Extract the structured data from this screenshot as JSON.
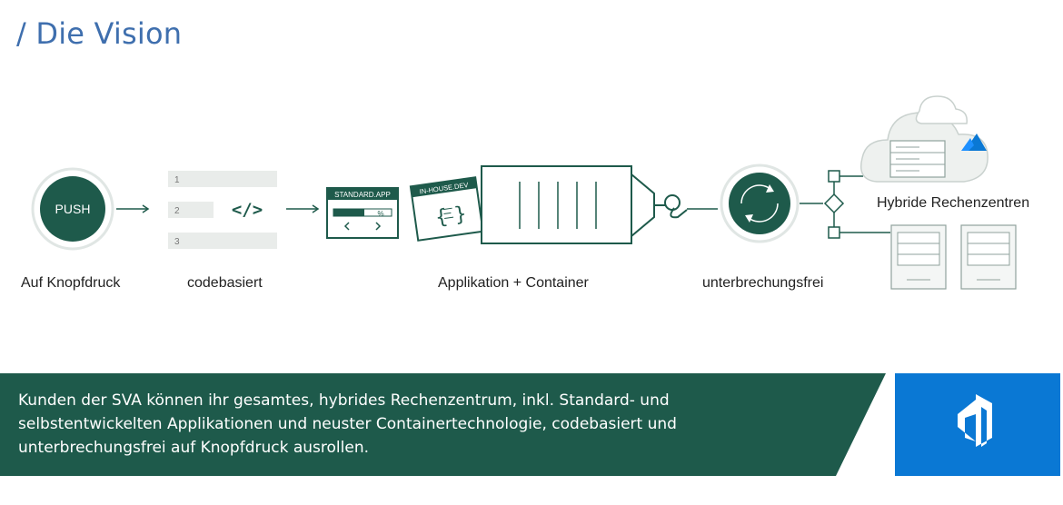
{
  "title": "/ Die Vision",
  "steps": {
    "push_button": "PUSH",
    "push_label": "Auf Knopfdruck",
    "code_label": "codebasiert",
    "code_symbol": "</>",
    "code_lines": [
      "1",
      "2",
      "3"
    ],
    "app_label": "Applikation + Container",
    "standard_app": "STANDARD.APP",
    "percent_symbol": "%",
    "inhouse_dev": "IN-HOUSE.DEV",
    "continuous_label": "unterbrechungsfrei",
    "hybrid_label": "Hybride Rechenzentren"
  },
  "banner": {
    "text": "Kunden der SVA können ihr gesamtes, hybrides Rechenzentrum, inkl. Standard- und selbstentwickelten Applikationen und neuster Containertechnologie, codebasiert und unterbrechungsfrei auf Knopfdruck ausrollen."
  },
  "colors": {
    "accent_green": "#1e5a4b",
    "title_blue": "#3f6fae",
    "azure_blue": "#0a78d4",
    "light_gray": "#e9ecea"
  },
  "icons": {
    "cloud": "cloud-icon",
    "azure": "azure-logo-icon",
    "devops": "azure-devops-logo-icon"
  }
}
